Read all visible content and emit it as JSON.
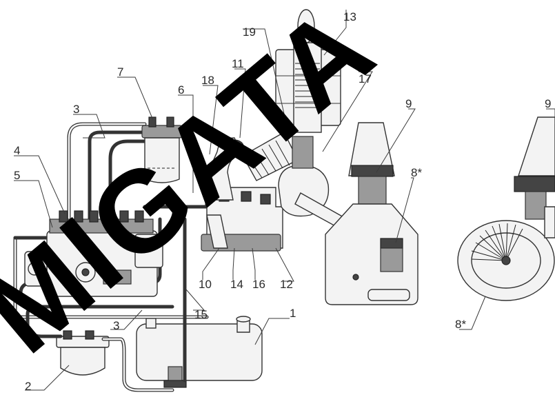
{
  "diagram": {
    "labels": {
      "l1": "1",
      "l2": "2",
      "l3a": "3",
      "l3b": "3",
      "l4": "4",
      "l5": "5",
      "l6": "6",
      "l7": "7",
      "l8a": "8*",
      "l8b": "8*",
      "l9a": "9",
      "l9b": "9",
      "l10": "10",
      "l11": "11",
      "l12": "12",
      "l13": "13",
      "l14": "14",
      "l15": "15",
      "l16": "16",
      "l17": "17",
      "l18": "18",
      "l19": "19"
    },
    "watermark_text": "MIGATA",
    "colors": {
      "watermark": "#000000",
      "line": "#333333"
    }
  }
}
